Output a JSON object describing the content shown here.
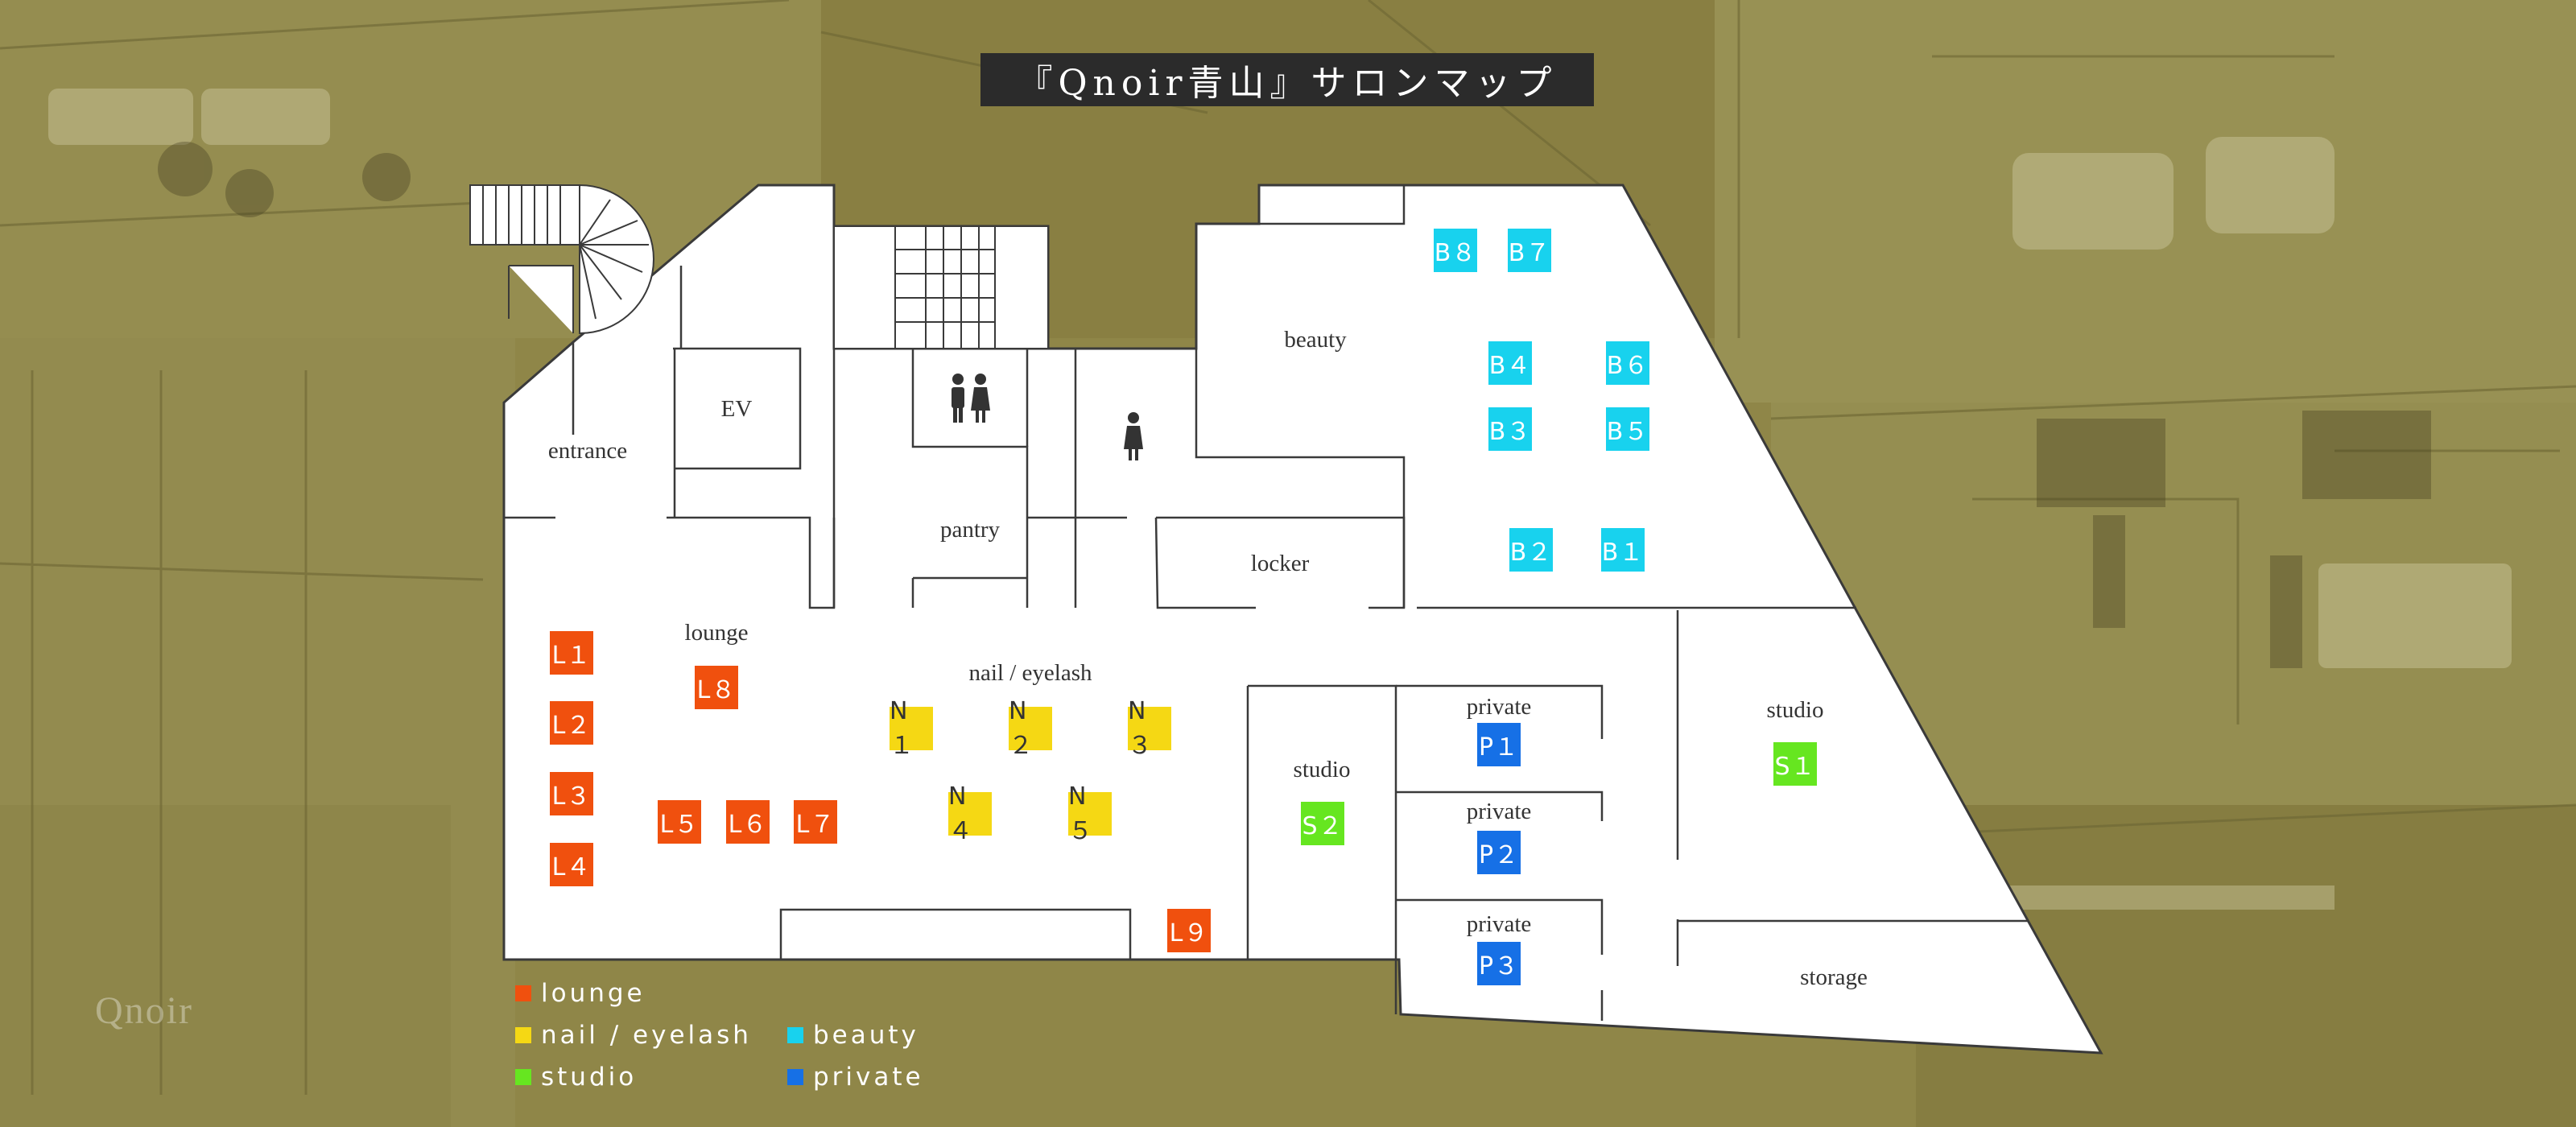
{
  "title": "『Qnoir青山』サロンマップ",
  "logo": "Qnoir",
  "colors": {
    "lounge": "#f0500e",
    "nail": "#f5d814",
    "beauty": "#18d2ee",
    "studio": "#66e620",
    "private": "#1670e6",
    "floor": "#ffffff",
    "wall": "#3a3a3a",
    "background": "#8f8648"
  },
  "rooms": [
    {
      "id": "entrance",
      "label": "entrance"
    },
    {
      "id": "ev",
      "label": "EV"
    },
    {
      "id": "pantry",
      "label": "pantry"
    },
    {
      "id": "beauty",
      "label": "beauty"
    },
    {
      "id": "locker",
      "label": "locker"
    },
    {
      "id": "lounge",
      "label": "lounge"
    },
    {
      "id": "nail",
      "label": "nail / eyelash"
    },
    {
      "id": "private1",
      "label": "private"
    },
    {
      "id": "private2",
      "label": "private"
    },
    {
      "id": "private3",
      "label": "private"
    },
    {
      "id": "studio2",
      "label": "studio"
    },
    {
      "id": "studio1",
      "label": "studio"
    },
    {
      "id": "storage",
      "label": "storage"
    }
  ],
  "seats": [
    {
      "id": "L1",
      "label": "L１",
      "category": "lounge"
    },
    {
      "id": "L2",
      "label": "L２",
      "category": "lounge"
    },
    {
      "id": "L3",
      "label": "L３",
      "category": "lounge"
    },
    {
      "id": "L4",
      "label": "L４",
      "category": "lounge"
    },
    {
      "id": "L5",
      "label": "L５",
      "category": "lounge"
    },
    {
      "id": "L6",
      "label": "L６",
      "category": "lounge"
    },
    {
      "id": "L7",
      "label": "L７",
      "category": "lounge"
    },
    {
      "id": "L8",
      "label": "L８",
      "category": "lounge"
    },
    {
      "id": "L9",
      "label": "L９",
      "category": "lounge"
    },
    {
      "id": "N1",
      "label": "N１",
      "category": "nail"
    },
    {
      "id": "N2",
      "label": "N２",
      "category": "nail"
    },
    {
      "id": "N3",
      "label": "N３",
      "category": "nail"
    },
    {
      "id": "N4",
      "label": "N４",
      "category": "nail"
    },
    {
      "id": "N5",
      "label": "N５",
      "category": "nail"
    },
    {
      "id": "B1",
      "label": "B１",
      "category": "beauty"
    },
    {
      "id": "B2",
      "label": "B２",
      "category": "beauty"
    },
    {
      "id": "B3",
      "label": "B３",
      "category": "beauty"
    },
    {
      "id": "B4",
      "label": "B４",
      "category": "beauty"
    },
    {
      "id": "B5",
      "label": "B５",
      "category": "beauty"
    },
    {
      "id": "B6",
      "label": "B６",
      "category": "beauty"
    },
    {
      "id": "B7",
      "label": "B７",
      "category": "beauty"
    },
    {
      "id": "B8",
      "label": "B８",
      "category": "beauty"
    },
    {
      "id": "P1",
      "label": "P１",
      "category": "private"
    },
    {
      "id": "P2",
      "label": "P２",
      "category": "private"
    },
    {
      "id": "P3",
      "label": "P３",
      "category": "private"
    },
    {
      "id": "S1",
      "label": "S１",
      "category": "studio"
    },
    {
      "id": "S2",
      "label": "S２",
      "category": "studio"
    }
  ],
  "legend": [
    {
      "id": "lounge",
      "label": "lounge"
    },
    {
      "id": "nail",
      "label": "nail / eyelash"
    },
    {
      "id": "beauty",
      "label": "beauty"
    },
    {
      "id": "studio",
      "label": "studio"
    },
    {
      "id": "private",
      "label": "private"
    }
  ],
  "icons": [
    "restroom-icon",
    "women-restroom-icon",
    "spiral-staircase-icon",
    "staircase-icon"
  ]
}
